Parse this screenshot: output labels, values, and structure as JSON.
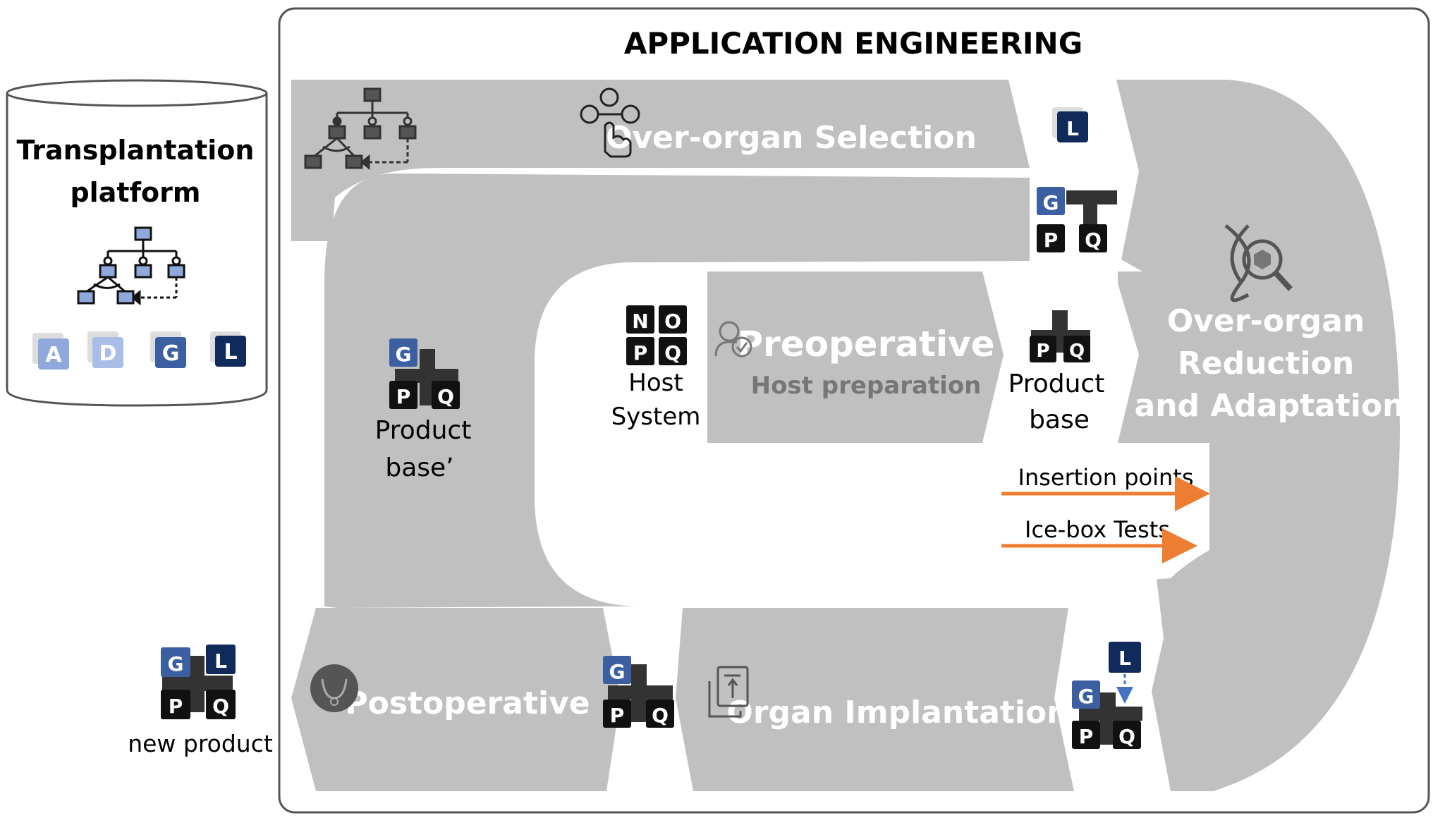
{
  "title": "APPLICATION ENGINEERING",
  "platform": {
    "title_line1": "Transplantation",
    "title_line2": "platform",
    "assets": [
      "A",
      "D",
      "G",
      "L"
    ]
  },
  "stages": {
    "selection": "Over-organ Selection",
    "reduction": [
      "Over-organ",
      "Reduction",
      "and Adaptation"
    ],
    "preoperative": "Preoperative",
    "preoperative_sub": "Host preparation",
    "implantation": "Organ Implantation",
    "postoperative": "Postoperative"
  },
  "labels": {
    "host_system": [
      "Host",
      "System"
    ],
    "product_base": [
      "Product",
      "base"
    ],
    "product_base_prime": [
      "Product",
      "base’"
    ],
    "new_product": "new product",
    "insertion_points": "Insertion points",
    "icebox_tests": "Ice-box Tests"
  },
  "blocks": {
    "g": "G",
    "p": "P",
    "q": "Q",
    "l": "L",
    "n": "N",
    "o": "O"
  },
  "colors": {
    "band": "#c0c0c0",
    "dark_block": "#111111",
    "navy_block": "#102a5c",
    "steel_block": "#3b5fa0",
    "light_block": "#8fa9dd",
    "orange_arrow": "#ed7d31",
    "blue_arrow": "#4472c4"
  },
  "icons": [
    "feature-tree-icon",
    "click-network-icon",
    "dna-search-icon",
    "person-check-icon",
    "document-transfer-icon",
    "stethoscope-icon",
    "cylinder-database-icon"
  ]
}
